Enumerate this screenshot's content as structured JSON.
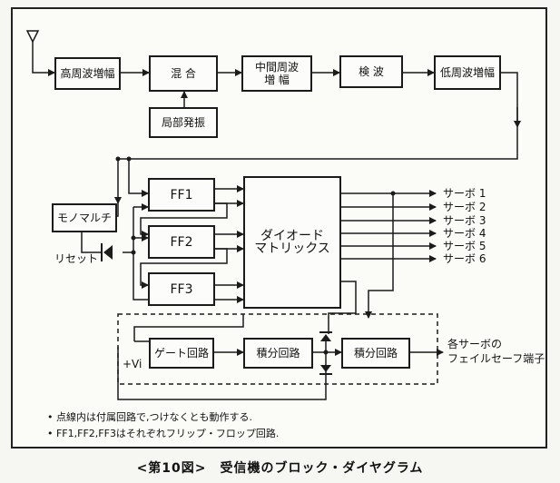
{
  "blocks": {
    "rf_amp": "高周波増幅",
    "mixer": "混 合",
    "if_amp": "中間周波\n増 幅",
    "detector": "検 波",
    "af_amp": "低周波増幅",
    "local_osc": "局部発振",
    "mono_multi": "モノマルチ",
    "ff1": "FF1",
    "ff2": "FF2",
    "ff3": "FF3",
    "diode_matrix": "ダイオード\nマトリックス",
    "gate_circuit": "ゲート回路",
    "integrator_1": "積分回路",
    "integrator_2": "積分回路"
  },
  "outputs": [
    "サーボ 1",
    "サーボ 2",
    "サーボ 3",
    "サーボ 4",
    "サーボ 5",
    "サーボ 6"
  ],
  "labels": {
    "reset": "リセット",
    "vi": "+Vi",
    "failsafe_line1": "各サーボの",
    "failsafe_line2": "フェイルセーフ端子"
  },
  "notes": [
    "• 点線内は付属回路で,つけなくとも動作する.",
    "• FF1,FF2,FF3はそれぞれフリップ・フロップ回路."
  ],
  "caption": "<第10図>　受信機のブロック・ダイヤグラム"
}
